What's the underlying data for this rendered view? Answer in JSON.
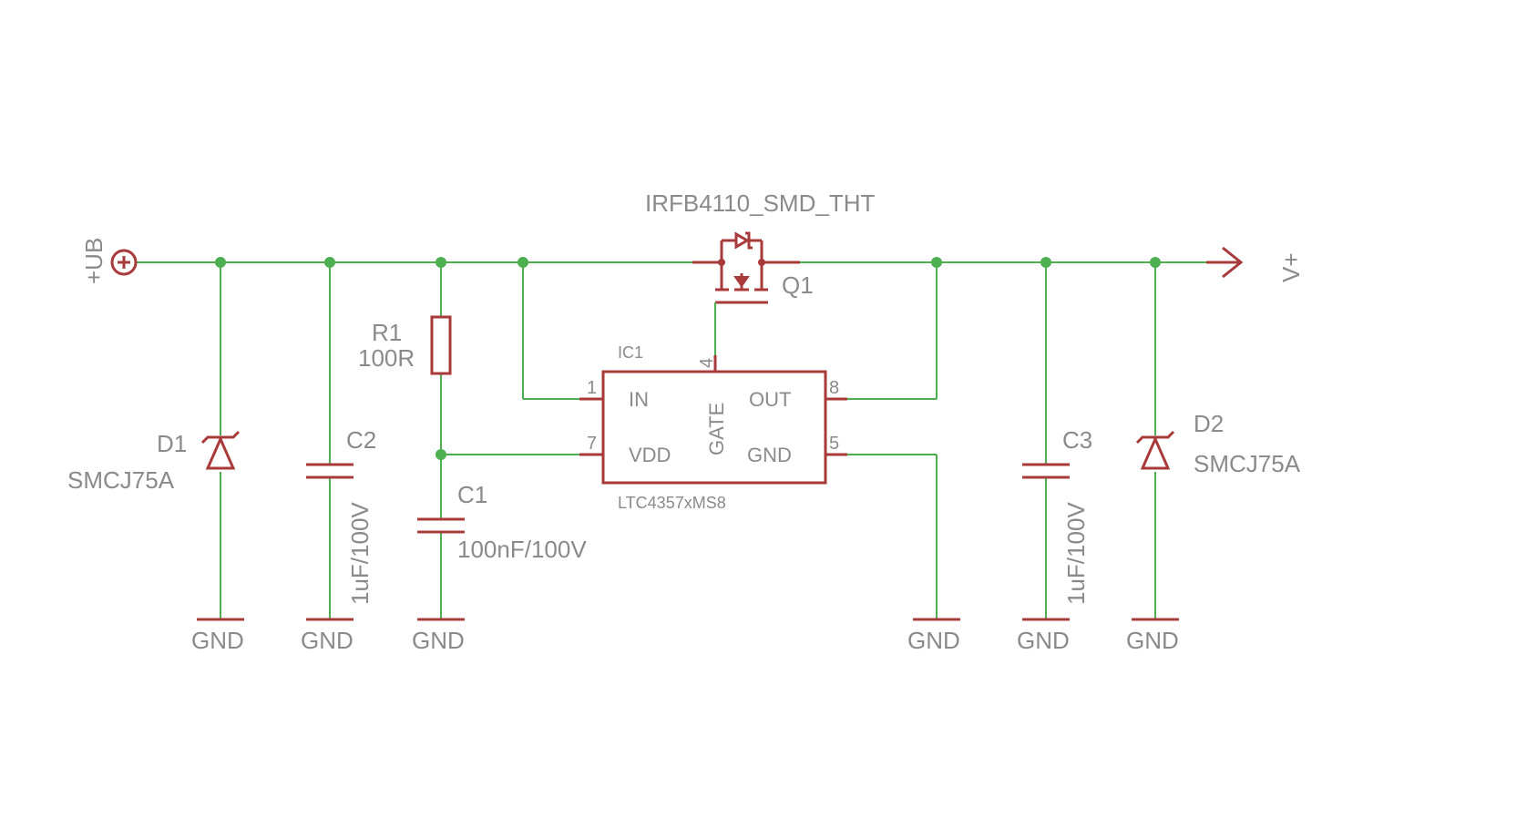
{
  "power": {
    "input_label": "+UB",
    "output_label": "V+",
    "ground_label": "GND"
  },
  "q1": {
    "ref": "Q1",
    "value": "IRFB4110_SMD_THT"
  },
  "ic1": {
    "ref": "IC1",
    "value": "LTC4357xMS8",
    "pins": {
      "in": {
        "num": "1",
        "name": "IN"
      },
      "vdd": {
        "num": "7",
        "name": "VDD"
      },
      "gate": {
        "num": "4",
        "name": "GATE"
      },
      "out": {
        "num": "8",
        "name": "OUT"
      },
      "gnd": {
        "num": "5",
        "name": "GND"
      }
    }
  },
  "r1": {
    "ref": "R1",
    "value": "100R"
  },
  "c1": {
    "ref": "C1",
    "value": "100nF/100V"
  },
  "c2": {
    "ref": "C2",
    "value": "1uF/100V"
  },
  "c3": {
    "ref": "C3",
    "value": "1uF/100V"
  },
  "d1": {
    "ref": "D1",
    "value": "SMCJ75A"
  },
  "d2": {
    "ref": "D2",
    "value": "SMCJ75A"
  },
  "colors": {
    "wire": "#4caf50",
    "symbol": "#a93a3a",
    "text": "#8a8a8a"
  }
}
